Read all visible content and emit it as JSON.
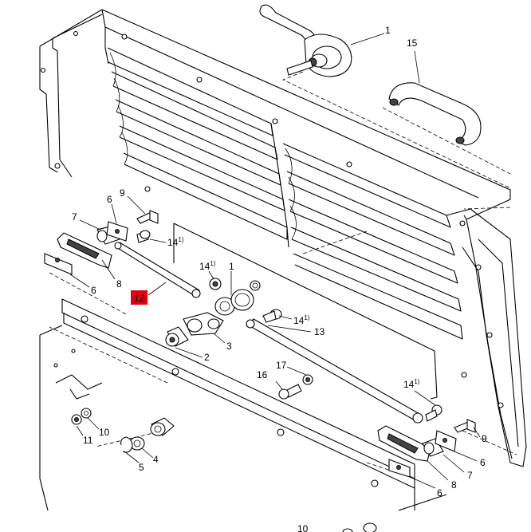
{
  "callouts": [
    {
      "id": "c1a",
      "text": "1"
    },
    {
      "id": "c15",
      "text": "15"
    },
    {
      "id": "c9a",
      "text": "9"
    },
    {
      "id": "c6a",
      "text": "6"
    },
    {
      "id": "c7a",
      "text": "7"
    },
    {
      "id": "c14a",
      "text": "14",
      "sup": "1)"
    },
    {
      "id": "c14b",
      "text": "14",
      "sup": "1)"
    },
    {
      "id": "c1b",
      "text": "1"
    },
    {
      "id": "c8a",
      "text": "8"
    },
    {
      "id": "c6b",
      "text": "6"
    },
    {
      "id": "c12",
      "text": "12"
    },
    {
      "id": "c14c",
      "text": "14",
      "sup": "1)"
    },
    {
      "id": "c13",
      "text": "13"
    },
    {
      "id": "c3",
      "text": "3"
    },
    {
      "id": "c2",
      "text": "2"
    },
    {
      "id": "c17",
      "text": "17"
    },
    {
      "id": "c16",
      "text": "16"
    },
    {
      "id": "c14d",
      "text": "14",
      "sup": "1)"
    },
    {
      "id": "c9b",
      "text": "9"
    },
    {
      "id": "c6c",
      "text": "6"
    },
    {
      "id": "c7b",
      "text": "7"
    },
    {
      "id": "c8b",
      "text": "8"
    },
    {
      "id": "c6d",
      "text": "6"
    },
    {
      "id": "c11",
      "text": "11"
    },
    {
      "id": "c10a",
      "text": "10"
    },
    {
      "id": "c4",
      "text": "4"
    },
    {
      "id": "c5",
      "text": "5"
    },
    {
      "id": "c10b",
      "text": "10"
    }
  ],
  "highlight_color": "#e3000f"
}
